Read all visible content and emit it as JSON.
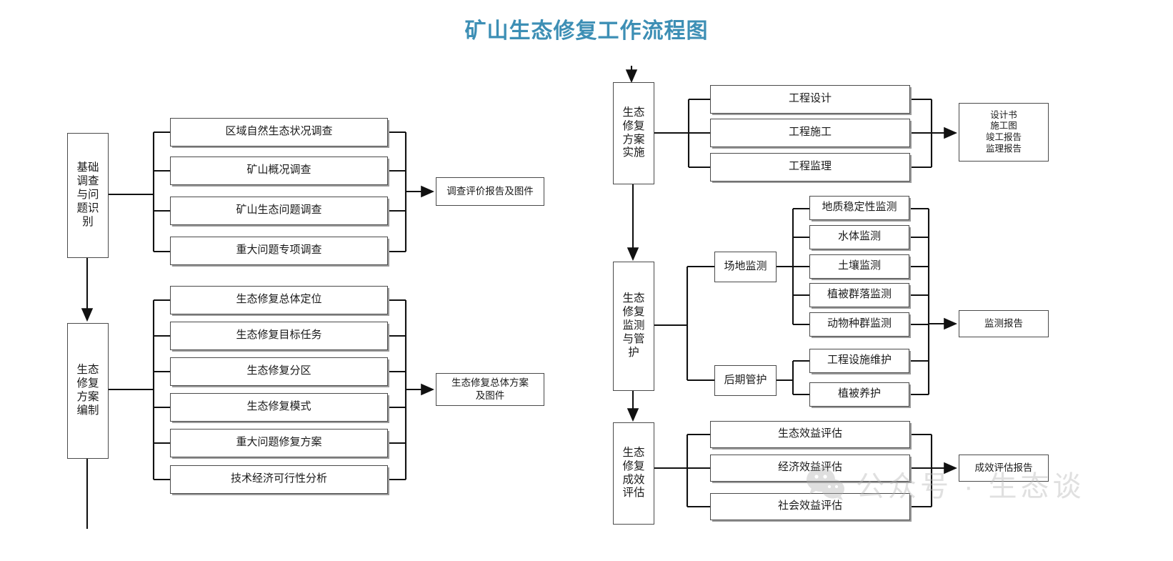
{
  "title": "矿山生态修复工作流程图",
  "title_color": "#3d8fb5",
  "watermark": {
    "text": "公众号 · 生态谈",
    "icon": "wechat-logo"
  },
  "flow": {
    "stages": [
      {
        "id": "stage-survey",
        "label": "基础调查与问题识别"
      },
      {
        "id": "stage-plan",
        "label": "生态修复方案编制"
      },
      {
        "id": "stage-implement",
        "label": "生态修复方案实施"
      },
      {
        "id": "stage-monitor",
        "label": "生态修复监测与管护"
      },
      {
        "id": "stage-assess",
        "label": "生态修复成效评估"
      }
    ],
    "groups": {
      "survey": {
        "items": [
          "区域自然生态状况调查",
          "矿山概况调查",
          "矿山生态问题调查",
          "重大问题专项调查"
        ],
        "output": "调查评价报告及图件"
      },
      "plan": {
        "items": [
          "生态修复总体定位",
          "生态修复目标任务",
          "生态修复分区",
          "生态修复模式",
          "重大问题修复方案",
          "技术经济可行性分析"
        ],
        "output_line1": "生态修复总体方案",
        "output_line2": "及图件"
      },
      "implement": {
        "items": [
          "工程设计",
          "工程施工",
          "工程监理"
        ],
        "output_lines": [
          "设计书",
          "施工图",
          "竣工报告",
          "监理报告"
        ]
      },
      "monitor": {
        "mid": [
          {
            "label": "场地监测",
            "items": [
              "地质稳定性监测",
              "水体监测",
              "土壤监测",
              "植被群落监测",
              "动物种群监测"
            ]
          },
          {
            "label": "后期管护",
            "items": [
              "工程设施维护",
              "植被养护"
            ]
          }
        ],
        "output": "监测报告"
      },
      "assess": {
        "items": [
          "生态效益评估",
          "经济效益评估",
          "社会效益评估"
        ],
        "output": "成效评估报告"
      }
    }
  }
}
